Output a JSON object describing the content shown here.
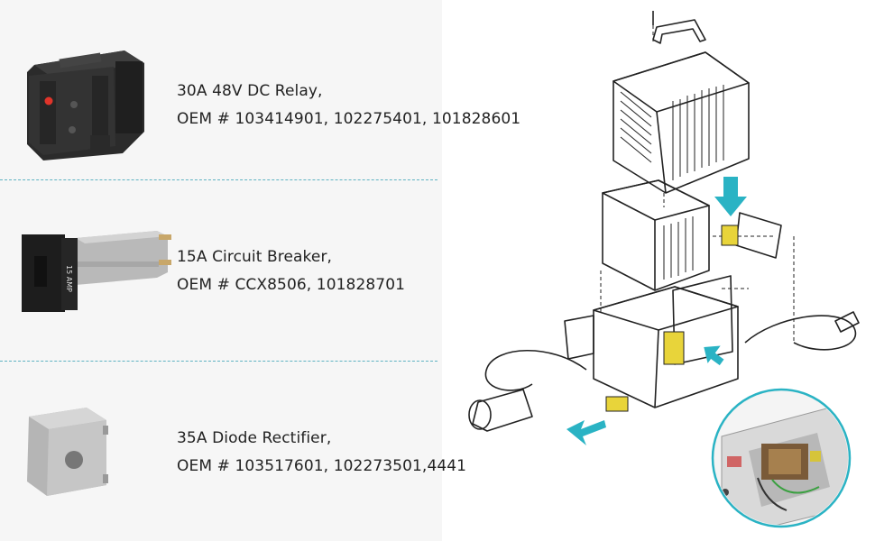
{
  "products": [
    {
      "title": "30A 48V DC Relay,",
      "oem": "OEM # 103414901, 102275401, 101828601",
      "icon": "relay-icon"
    },
    {
      "title": "15A Circuit Breaker,",
      "oem": "OEM # CCX8506, 101828701",
      "icon": "circuit-breaker-icon"
    },
    {
      "title": "35A Diode Rectifier,",
      "oem": "OEM # 103517601, 102273501,4441",
      "icon": "diode-rectifier-icon"
    }
  ],
  "breaker_label": "15 AMP",
  "colors": {
    "divider": "#5fb3c2",
    "arrow": "#2ab3c4",
    "highlight_part": "#e8d43a",
    "panel_bg": "#f6f6f6"
  }
}
